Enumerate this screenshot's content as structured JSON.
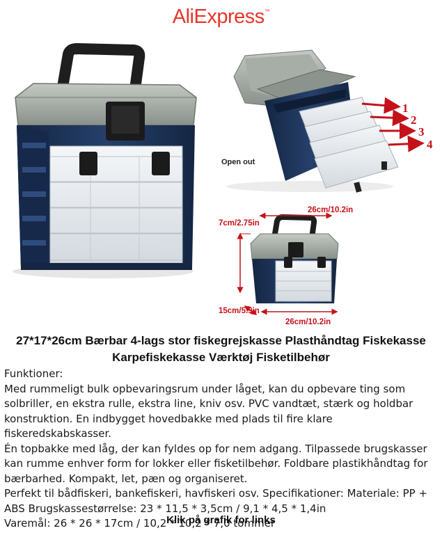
{
  "brand": {
    "logo_text": "AliExpress",
    "logo_tm": "™"
  },
  "colors": {
    "brand_red": "#e8352a",
    "dimension_red": "#c4121b",
    "box_navy": "#1e3459",
    "lid_grey": "#9aa19b"
  },
  "figure": {
    "open_out_label": "Open out",
    "drawer_numbers": [
      "1",
      "2",
      "3",
      "4"
    ],
    "dimensions": {
      "top_width": "26cm/10.2in",
      "height": "7cm/2.75in",
      "depth": "15cm/5.9in",
      "bottom_width": "26cm/10.2in"
    }
  },
  "title_lines": [
    "27*17*26cm Bærbar 4-lags stor fiskegrejskasse Plasthåndtag Fiskekasse",
    "Karpefiskekasse Værktøj Fisketilbehør"
  ],
  "body_lines": [
    "Funktioner:",
    "Med rummeligt bulk opbevaringsrum under låget, kan du opbevare ting som",
    "solbriller, en ekstra rulle, ekstra line, kniv osv. PVC vandtæt, stærk og holdbar",
    "konstruktion. En indbygget hovedbakke med plads til fire klare fiskeredskabskasser.",
    "Én topbakke med låg, der kan fyldes op for nem adgang. Tilpassede brugskasser",
    "kan rumme enhver form for lokker eller fisketilbehør. Foldbare plastikhåndtag for",
    "bærbarhed. Kompakt, let, pæn og organiseret.",
    "Perfekt til bådfiskeri, bankefiskeri, havfiskeri osv. Specifikationer: Materiale: PP +",
    "ABS Brugskassestørrelse: 23 * 11,5 * 3,5cm / 9,1 * 4,5 * 1,4in",
    "Varemål: 26 * 26 * 17cm / 10,2 * 10,2 * 7,0 tommer"
  ],
  "cta_label": "Klik på grafik for links"
}
